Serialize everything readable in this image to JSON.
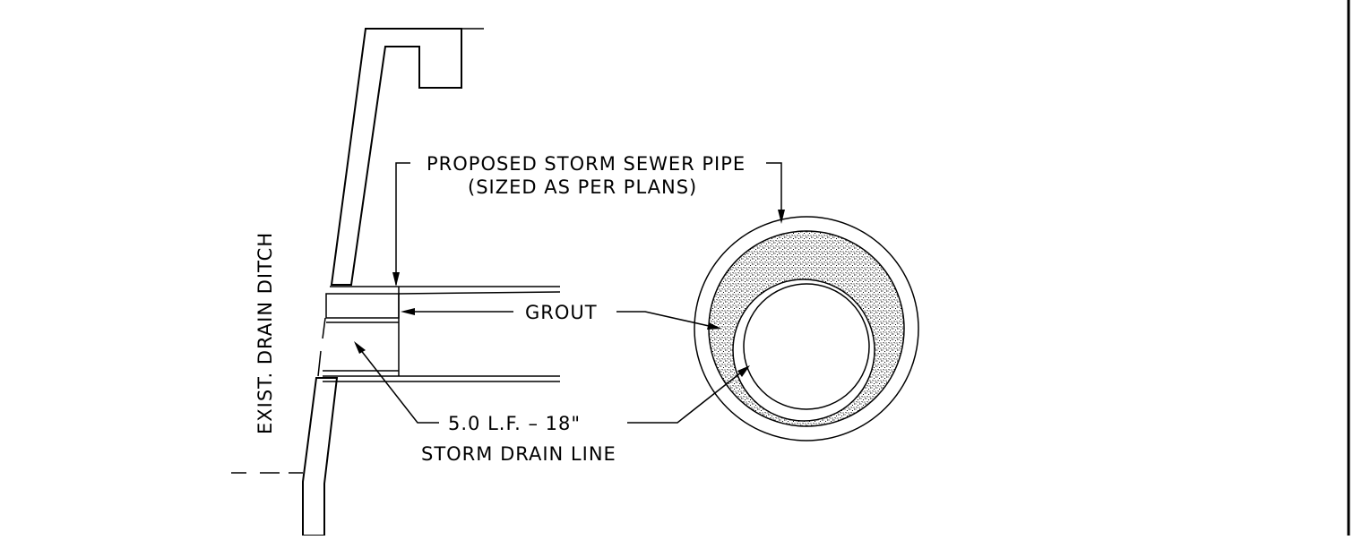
{
  "labels": {
    "ditch": "EXIST. DRAIN DITCH",
    "pipe_line1": "PROPOSED STORM SEWER PIPE",
    "pipe_line2": "(SIZED AS PER PLANS)",
    "grout": "GROUT",
    "line_a": "5.0 L.F. – 18\"",
    "line_b": "STORM DRAIN LINE"
  }
}
